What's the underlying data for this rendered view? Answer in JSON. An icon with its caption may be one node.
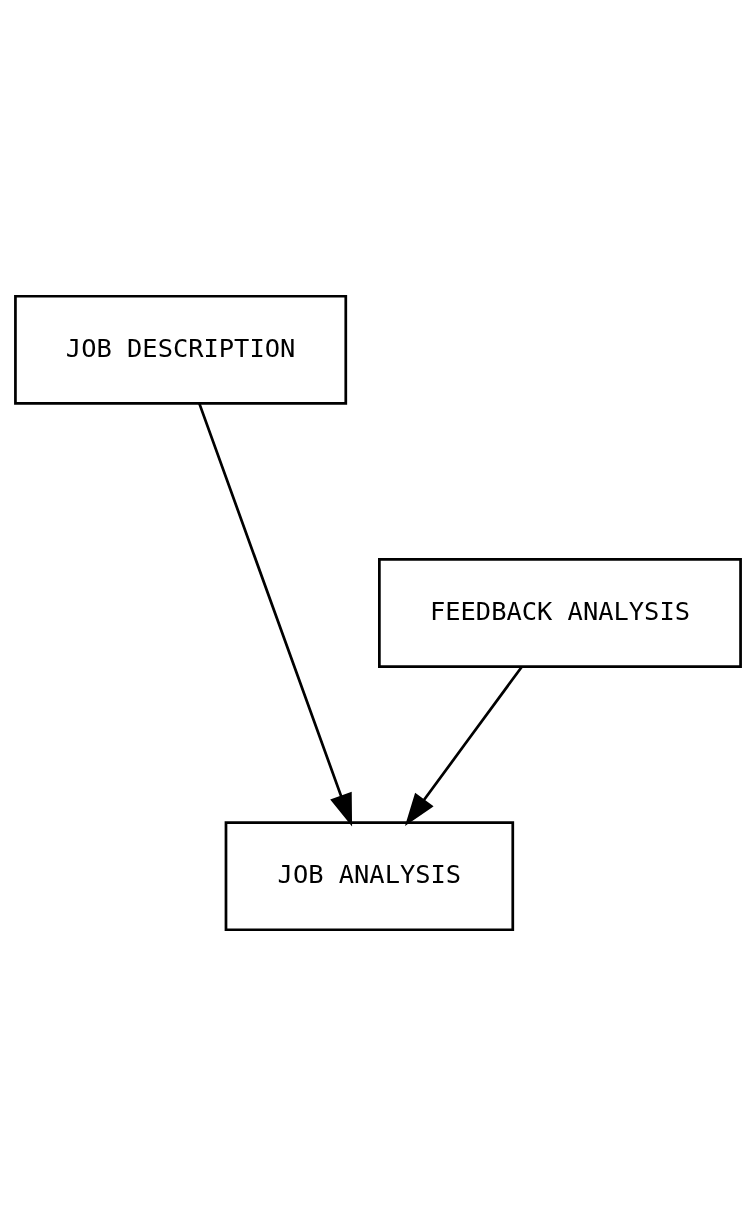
{
  "diagram": {
    "nodes": [
      {
        "text": [
          "JOB DESCRIPTION"
        ]
      },
      {
        "text": [
          "FEEDBACK ANALYSIS"
        ]
      },
      {
        "text": [
          "JOB ANALYSIS"
        ]
      }
    ],
    "edges": [
      {
        "from": 0,
        "to": 2,
        "arrow": "to"
      },
      {
        "from": 1,
        "to": 2,
        "arrow": "to"
      }
    ]
  }
}
